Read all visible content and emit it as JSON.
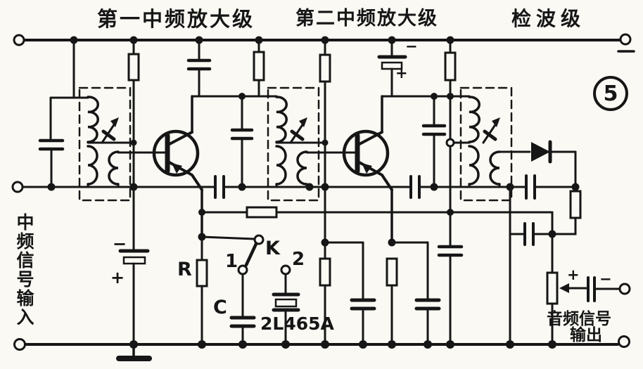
{
  "figure": {
    "number": "5"
  },
  "stages": [
    {
      "label": "第一中频放大级"
    },
    {
      "label": "第二中频放大级"
    },
    {
      "label": "检波级"
    }
  ],
  "ports": {
    "if_input": "中频信号输入",
    "audio_output_line1": "音频信号",
    "audio_output_line2": "输出"
  },
  "components": {
    "resistor": "R",
    "switch": "K",
    "contact1": "1",
    "contact2": "2",
    "capacitor": "C",
    "ceramic_filter": "2L465A"
  },
  "polarity": {
    "minus": "−",
    "plus": "+"
  },
  "colors": {
    "ink": "#161616",
    "paper": "#faf9f4"
  }
}
